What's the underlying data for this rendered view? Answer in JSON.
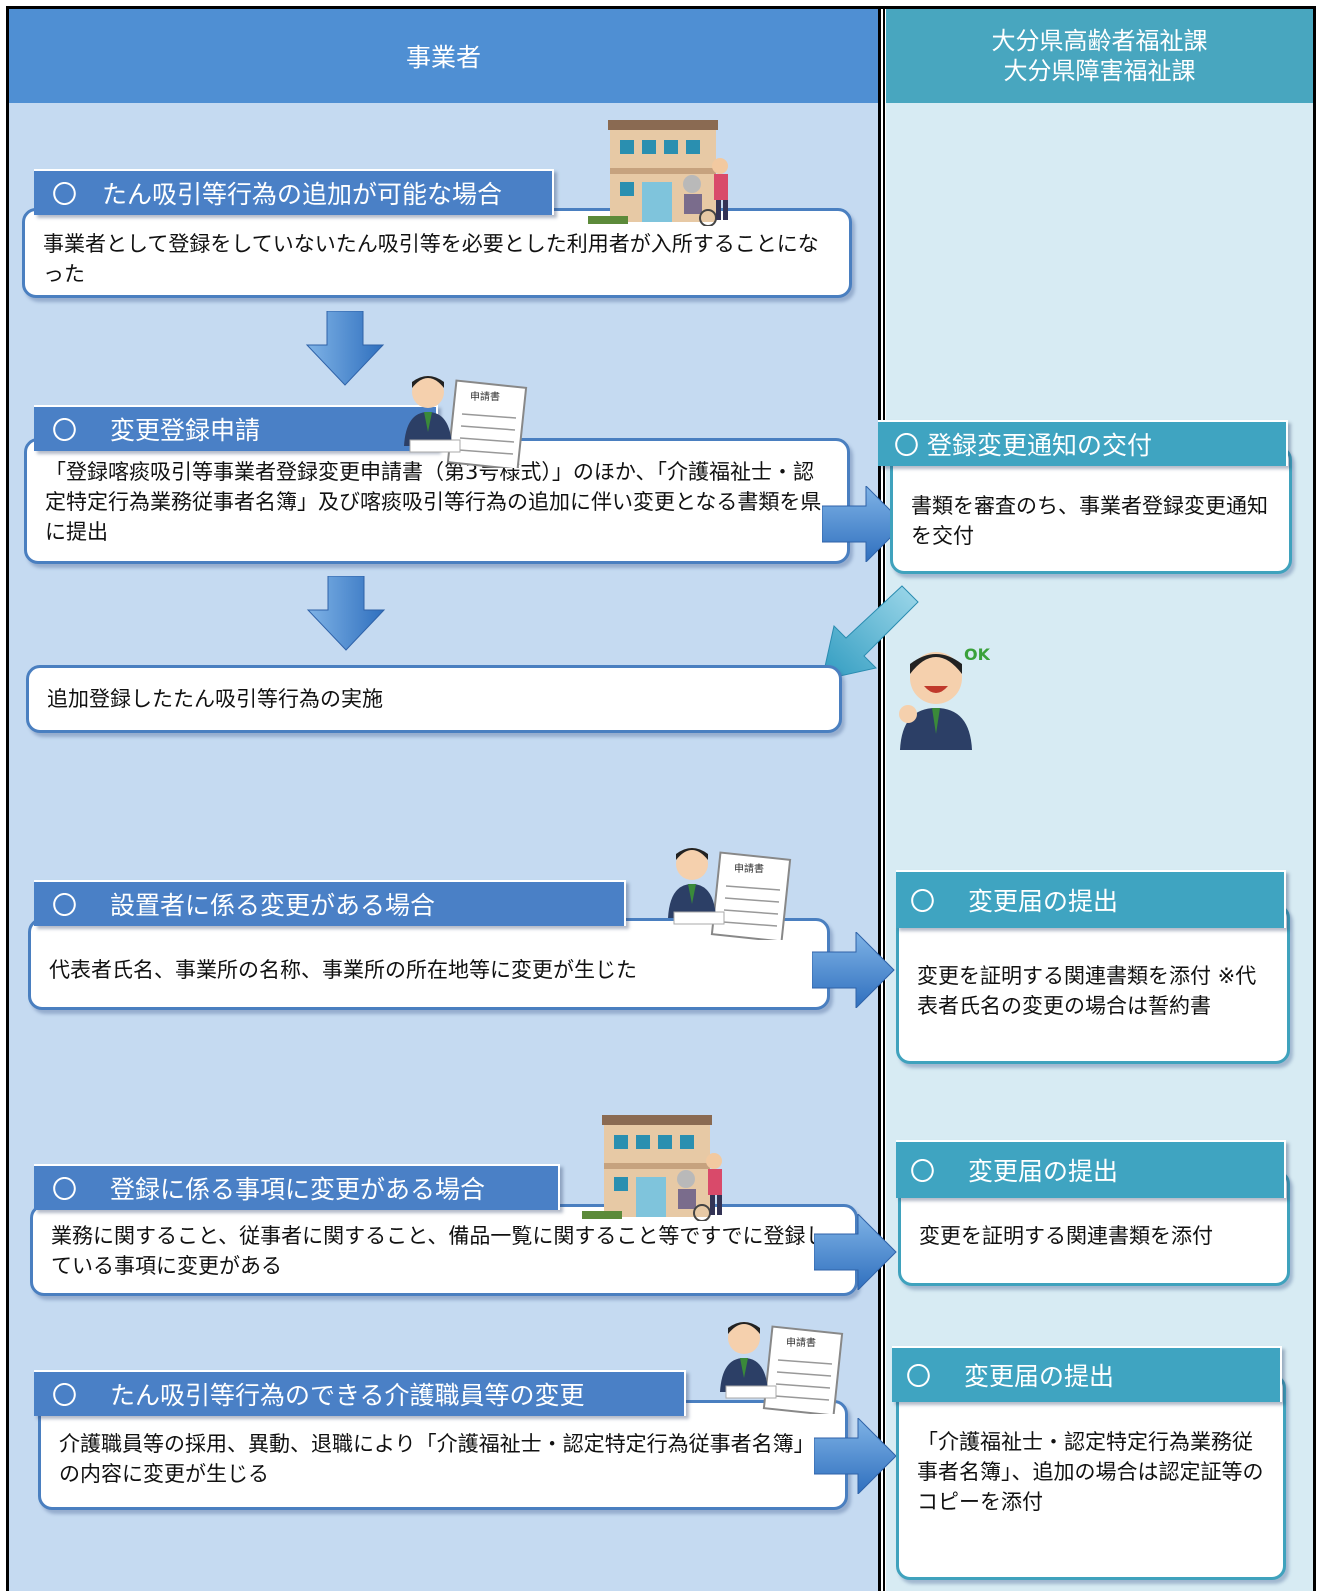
{
  "headers": {
    "left": "事業者",
    "right_line1": "大分県高齢者福祉課",
    "right_line2": "大分県障害福祉課"
  },
  "section1": {
    "title": "〇　たん吸引等行為の追加が可能な場合",
    "body": "事業者として登録をしていないたん吸引等を必要とした利用者が入所することになった"
  },
  "section2": {
    "title": "〇　 変更登録申請",
    "body": "「登録喀痰吸引等事業者登録変更申請書（第3号様式）」のほか、「介護福祉士・認定特定行為業務従事者名簿」及び喀痰吸引等行為の追加に伴い変更となる書類を県に提出",
    "right_title": "〇 登録変更通知の交付",
    "right_body": "書類を審査のち、事業者登録変更通知を交付"
  },
  "section3": {
    "body": "追加登録したたん吸引等行為の実施"
  },
  "section4": {
    "title": "〇　 設置者に係る変更がある場合",
    "body": "代表者氏名、事業所の名称、事業所の所在地等に変更が生じた",
    "right_title": "〇　 変更届の提出",
    "right_body": "変更を証明する関連書類を添付 ※代表者氏名の変更の場合は誓約書"
  },
  "section5": {
    "title": "〇　 登録に係る事項に変更がある場合",
    "body": "業務に関すること、従事者に関すること、備品一覧に関すること等ですでに登録している事項に変更がある",
    "right_title": "〇　 変更届の提出",
    "right_body": "変更を証明する関連書類を添付"
  },
  "section6": {
    "title": "〇　 たん吸引等行為のできる介護職員等の変更",
    "body": "介護職員等の採用、異動、退職により「介護福祉士・認定特定行為従事者名簿」の内容に変更が生じる",
    "right_title": "〇　 変更届の提出",
    "right_body": "「介護福祉士・認定特定行為業務従事者名簿」、追加の場合は認定証等のコピーを添付"
  },
  "illustrations": {
    "form_label": "申請書",
    "ok_label": "OK!",
    "icons": [
      "care-facility-icon",
      "staff-with-form-icon",
      "ok-staff-icon"
    ]
  },
  "colors": {
    "left_header": "#4f8fd3",
    "right_header": "#48a6bf",
    "left_bg": "#c5daf1",
    "right_bg": "#d7ebf3",
    "left_title": "#4a80c6",
    "right_title": "#3fa4c1"
  }
}
